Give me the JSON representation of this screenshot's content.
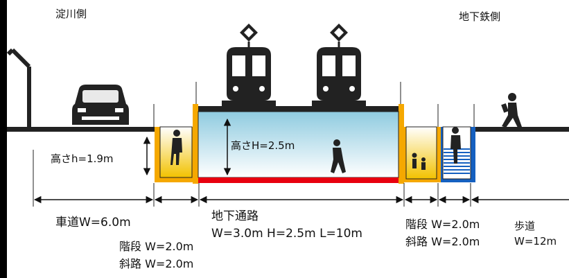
{
  "labels": {
    "side_left": "淀川側",
    "side_right": "地下鉄側",
    "height_small": "高さh=1.9m",
    "height_tunnel": "高さH=2.5m",
    "road": "車道W=6.0m",
    "stairs_left_1": "階段 W=2.0m",
    "stairs_left_2": "斜路 W=2.0m",
    "tunnel_title": "地下通路",
    "tunnel_dims": "W=3.0m H=2.5m L=10m",
    "stairs_right_1": "階段 W=2.0m",
    "stairs_right_2": "斜路 W=2.0m",
    "sidewalk_1": "歩道",
    "sidewalk_2": "W=12m"
  },
  "colors": {
    "frame": "#f5a800",
    "stair_fill": "#f2c200",
    "tunnel_top": "#8fcbe0",
    "tunnel_bottom": "#ffffff",
    "floor_red": "#e8000f",
    "stair_blue": "#1560c0",
    "ground": "#222222"
  },
  "icons": [
    "street-lamp-icon",
    "car-icon",
    "train-icon",
    "train-icon",
    "pedestrian-icon"
  ]
}
